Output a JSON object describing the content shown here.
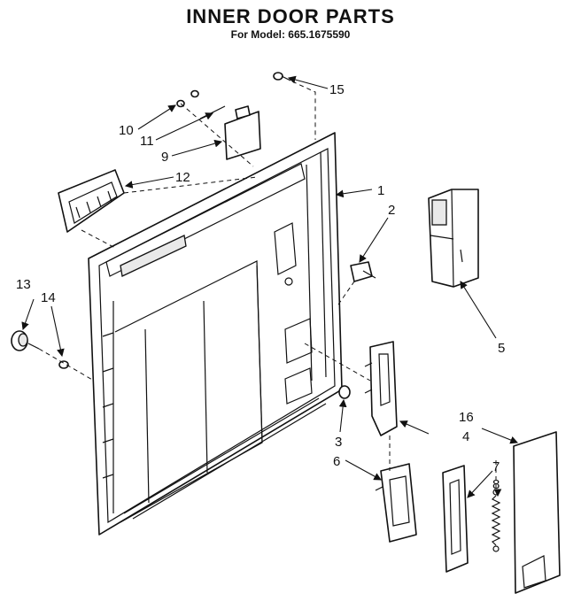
{
  "header": {
    "title": "INNER DOOR PARTS",
    "subtitle": "For Model: 665.1675590"
  },
  "callouts": [
    "1",
    "2",
    "3",
    "4",
    "5",
    "6",
    "7",
    "8",
    "9",
    "10",
    "11",
    "12",
    "13",
    "14",
    "15",
    "16"
  ],
  "colors": {
    "line": "#111111",
    "background": "#ffffff",
    "shade": "#e9e9e9"
  }
}
